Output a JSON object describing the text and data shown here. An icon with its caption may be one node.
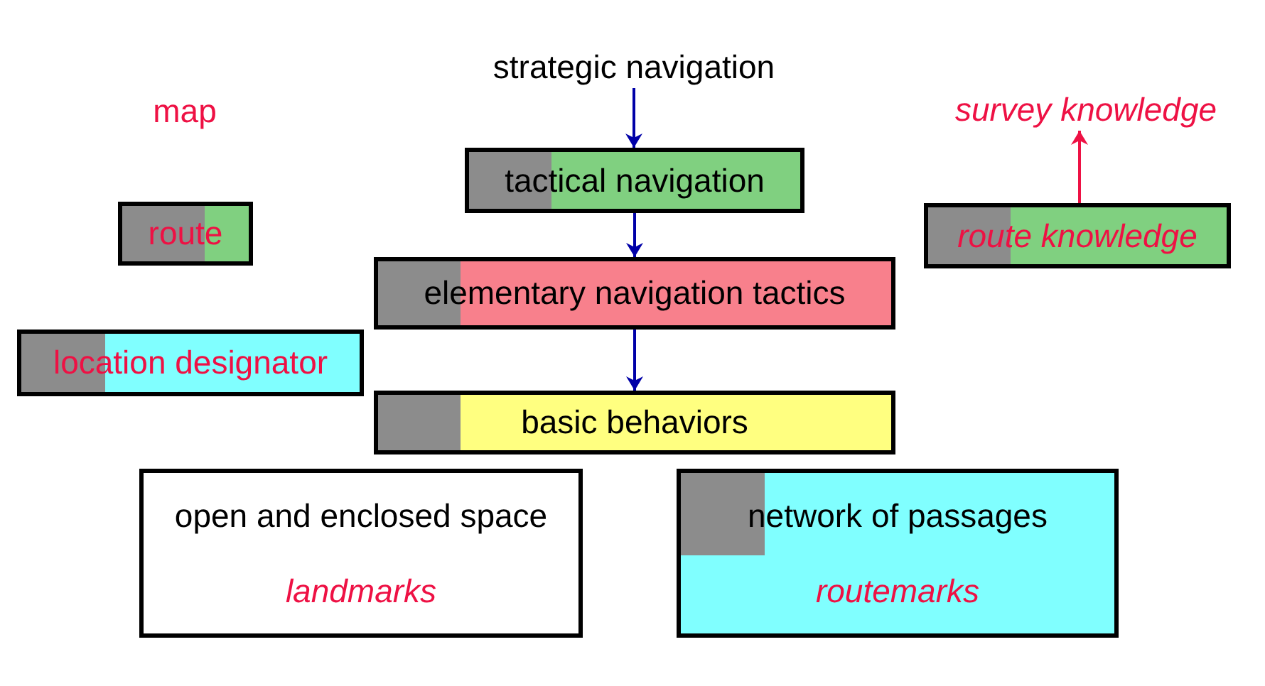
{
  "diagram": {
    "nodes": [
      {
        "text": [
          "strategic navigation"
        ]
      },
      {
        "text": [
          "tactical navigation"
        ]
      },
      {
        "text": [
          "elementary navigation tactics"
        ]
      },
      {
        "text": [
          "basic behaviors"
        ]
      },
      {
        "text": [
          "survey knowledge"
        ]
      },
      {
        "text": [
          "route knowledge"
        ]
      },
      {
        "text": [
          "route"
        ]
      },
      {
        "text": [
          "location designator"
        ]
      },
      {
        "text": [
          "open and enclosed space",
          "landmarks"
        ]
      },
      {
        "text": [
          "network of passages",
          "routemarks"
        ]
      }
    ],
    "edges": [
      {
        "from": 0,
        "to": 1,
        "arrow": "to"
      },
      {
        "from": 1,
        "to": 2,
        "arrow": "to"
      },
      {
        "from": 2,
        "to": 3,
        "arrow": "to"
      },
      {
        "from": 5,
        "to": 4,
        "arrow": "to",
        "color": "#ee1144"
      }
    ],
    "labels": [
      "map"
    ]
  }
}
